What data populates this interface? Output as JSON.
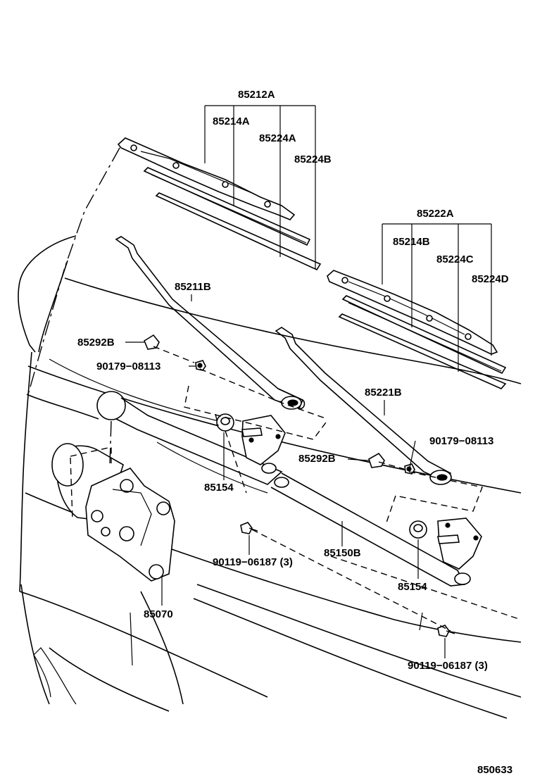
{
  "diagram": {
    "labels": {
      "l_85212A": "85212A",
      "l_85214A": "85214A",
      "l_85224A": "85224A",
      "l_85224B": "85224B",
      "l_85222A": "85222A",
      "l_85214B": "85214B",
      "l_85224C": "85224C",
      "l_85224D": "85224D",
      "l_85211B": "85211B",
      "l_85292B_left": "85292B",
      "l_90179_left": "90179−08113",
      "l_85221B": "85221B",
      "l_90179_right": "90179−08113",
      "l_85292B_right": "85292B",
      "l_85154_left": "85154",
      "l_85154_right": "85154",
      "l_85150B": "85150B",
      "l_90119_left": "90119−06187 (3)",
      "l_90119_right": "90119−06187 (3)",
      "l_85070": "85070",
      "l_ref": "850633"
    }
  }
}
